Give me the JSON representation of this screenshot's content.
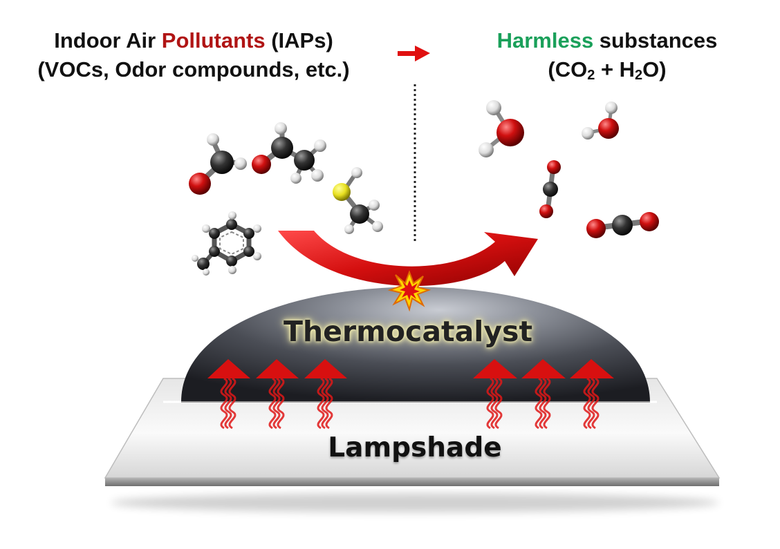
{
  "header": {
    "left_line1_pre": "Indoor Air ",
    "left_line1_red": "Pollutants",
    "left_line1_post": " (IAPs)",
    "left_line2": "(VOCs, Odor compounds, etc.)",
    "right_line1_green": "Harmless",
    "right_line1_post": " substances",
    "right_line2_a": "(CO",
    "right_line2_sub1": "2",
    "right_line2_b": " + H",
    "right_line2_sub2": "2",
    "right_line2_c": "O)"
  },
  "labels": {
    "catalyst": "Thermocatalyst",
    "lampshade": "Lampshade"
  },
  "colors": {
    "pollutant_red": "#b01414",
    "harmless_green": "#1aa05a",
    "arrow_red": "#d41010",
    "oxygen": "#d01010",
    "carbon": "#333333",
    "hydrogen": "#eeeeee",
    "sulfur": "#e8e020"
  },
  "icons": [
    "reaction-arrow-icon",
    "flow-arrow-icon",
    "spark-icon",
    "heat-wave-icon"
  ]
}
